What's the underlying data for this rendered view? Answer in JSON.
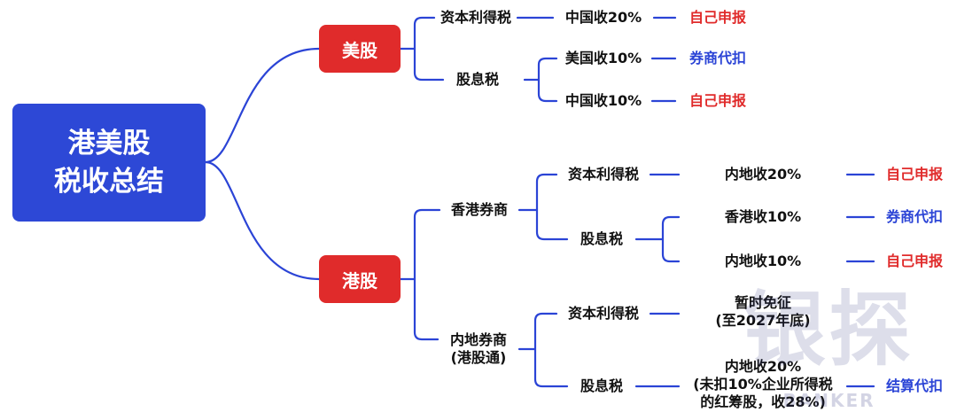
{
  "root": {
    "line1": "港美股",
    "line2": "税收总结"
  },
  "us": {
    "label": "美股",
    "capital_gains": {
      "label": "资本利得税",
      "rate": "中国收20%",
      "method": "自己申报"
    },
    "dividend": {
      "label": "股息税",
      "us_rate": "美国收10%",
      "us_method": "券商代扣",
      "cn_rate": "中国收10%",
      "cn_method": "自己申报"
    }
  },
  "hk": {
    "label": "港股",
    "hk_broker": {
      "label": "香港券商",
      "capital_gains": {
        "label": "资本利得税",
        "rate": "内地收20%",
        "method": "自己申报"
      },
      "dividend": {
        "label": "股息税",
        "hk_rate": "香港收10%",
        "hk_method": "券商代扣",
        "cn_rate": "内地收10%",
        "cn_method": "自己申报"
      }
    },
    "mainland_broker": {
      "label_line1": "内地券商",
      "label_line2": "(港股通)",
      "capital_gains": {
        "label": "资本利得税",
        "rate_line1": "暂时免征",
        "rate_line2": "(至2027年底)"
      },
      "dividend": {
        "label": "股息税",
        "rate_line1": "内地收20%",
        "rate_line2": "(未扣10%企业所得税",
        "rate_line3": "的红筹股，收28%)",
        "method": "结算代扣"
      }
    }
  },
  "watermark": {
    "cn": "银探",
    "en": "BANKER"
  },
  "colors": {
    "root": "#2d48d6",
    "pill": "#e02b2b",
    "line": "#2b44d6",
    "red_text": "#e02b2b",
    "blue_text": "#2b44d6"
  }
}
